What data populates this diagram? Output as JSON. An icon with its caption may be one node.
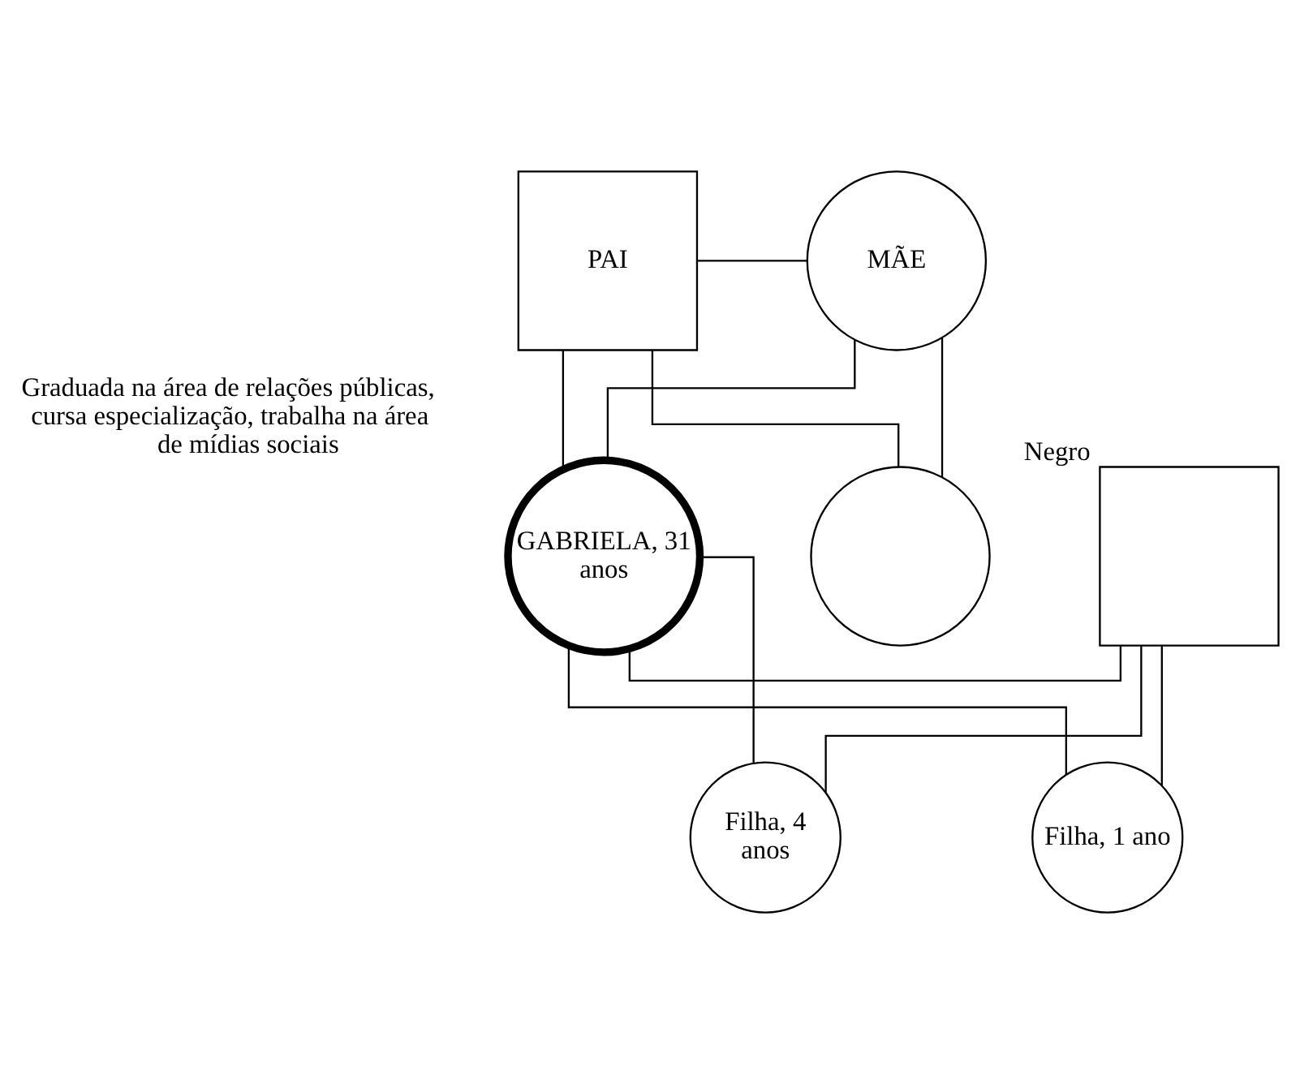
{
  "diagram": {
    "nodes": [
      {
        "text": [
          "PAI"
        ]
      },
      {
        "text": [
          "MÃE"
        ]
      },
      {
        "text": [],
        "shape": "circle"
      },
      {
        "text": [
          "GABRIELA, 31 anos"
        ],
        "beside": [
          "Graduada na área de relações públicas, cursa especialização, trabalha na área de mídias sociais"
        ]
      },
      {
        "text": [],
        "shape": "box",
        "beside": [
          "Negro"
        ]
      },
      {
        "text": [
          "Filha, 4 anos"
        ]
      },
      {
        "text": [
          "Filha, 1 ano"
        ]
      }
    ],
    "edges": [
      {
        "from": 0,
        "to": 1,
        "arrow": "none"
      },
      {
        "from": 0,
        "to": 2,
        "arrow": "none"
      },
      {
        "from": 1,
        "to": 2,
        "arrow": "none"
      },
      {
        "from": 0,
        "to": 3,
        "arrow": "none"
      },
      {
        "from": 1,
        "to": 3,
        "arrow": "none"
      },
      {
        "from": 3,
        "to": 4,
        "arrow": "none"
      },
      {
        "from": 3,
        "to": 5,
        "arrow": "none"
      },
      {
        "from": 4,
        "to": 5,
        "arrow": "none"
      },
      {
        "from": 3,
        "to": 6,
        "arrow": "none"
      },
      {
        "from": 4,
        "to": 6,
        "arrow": "none"
      }
    ]
  }
}
